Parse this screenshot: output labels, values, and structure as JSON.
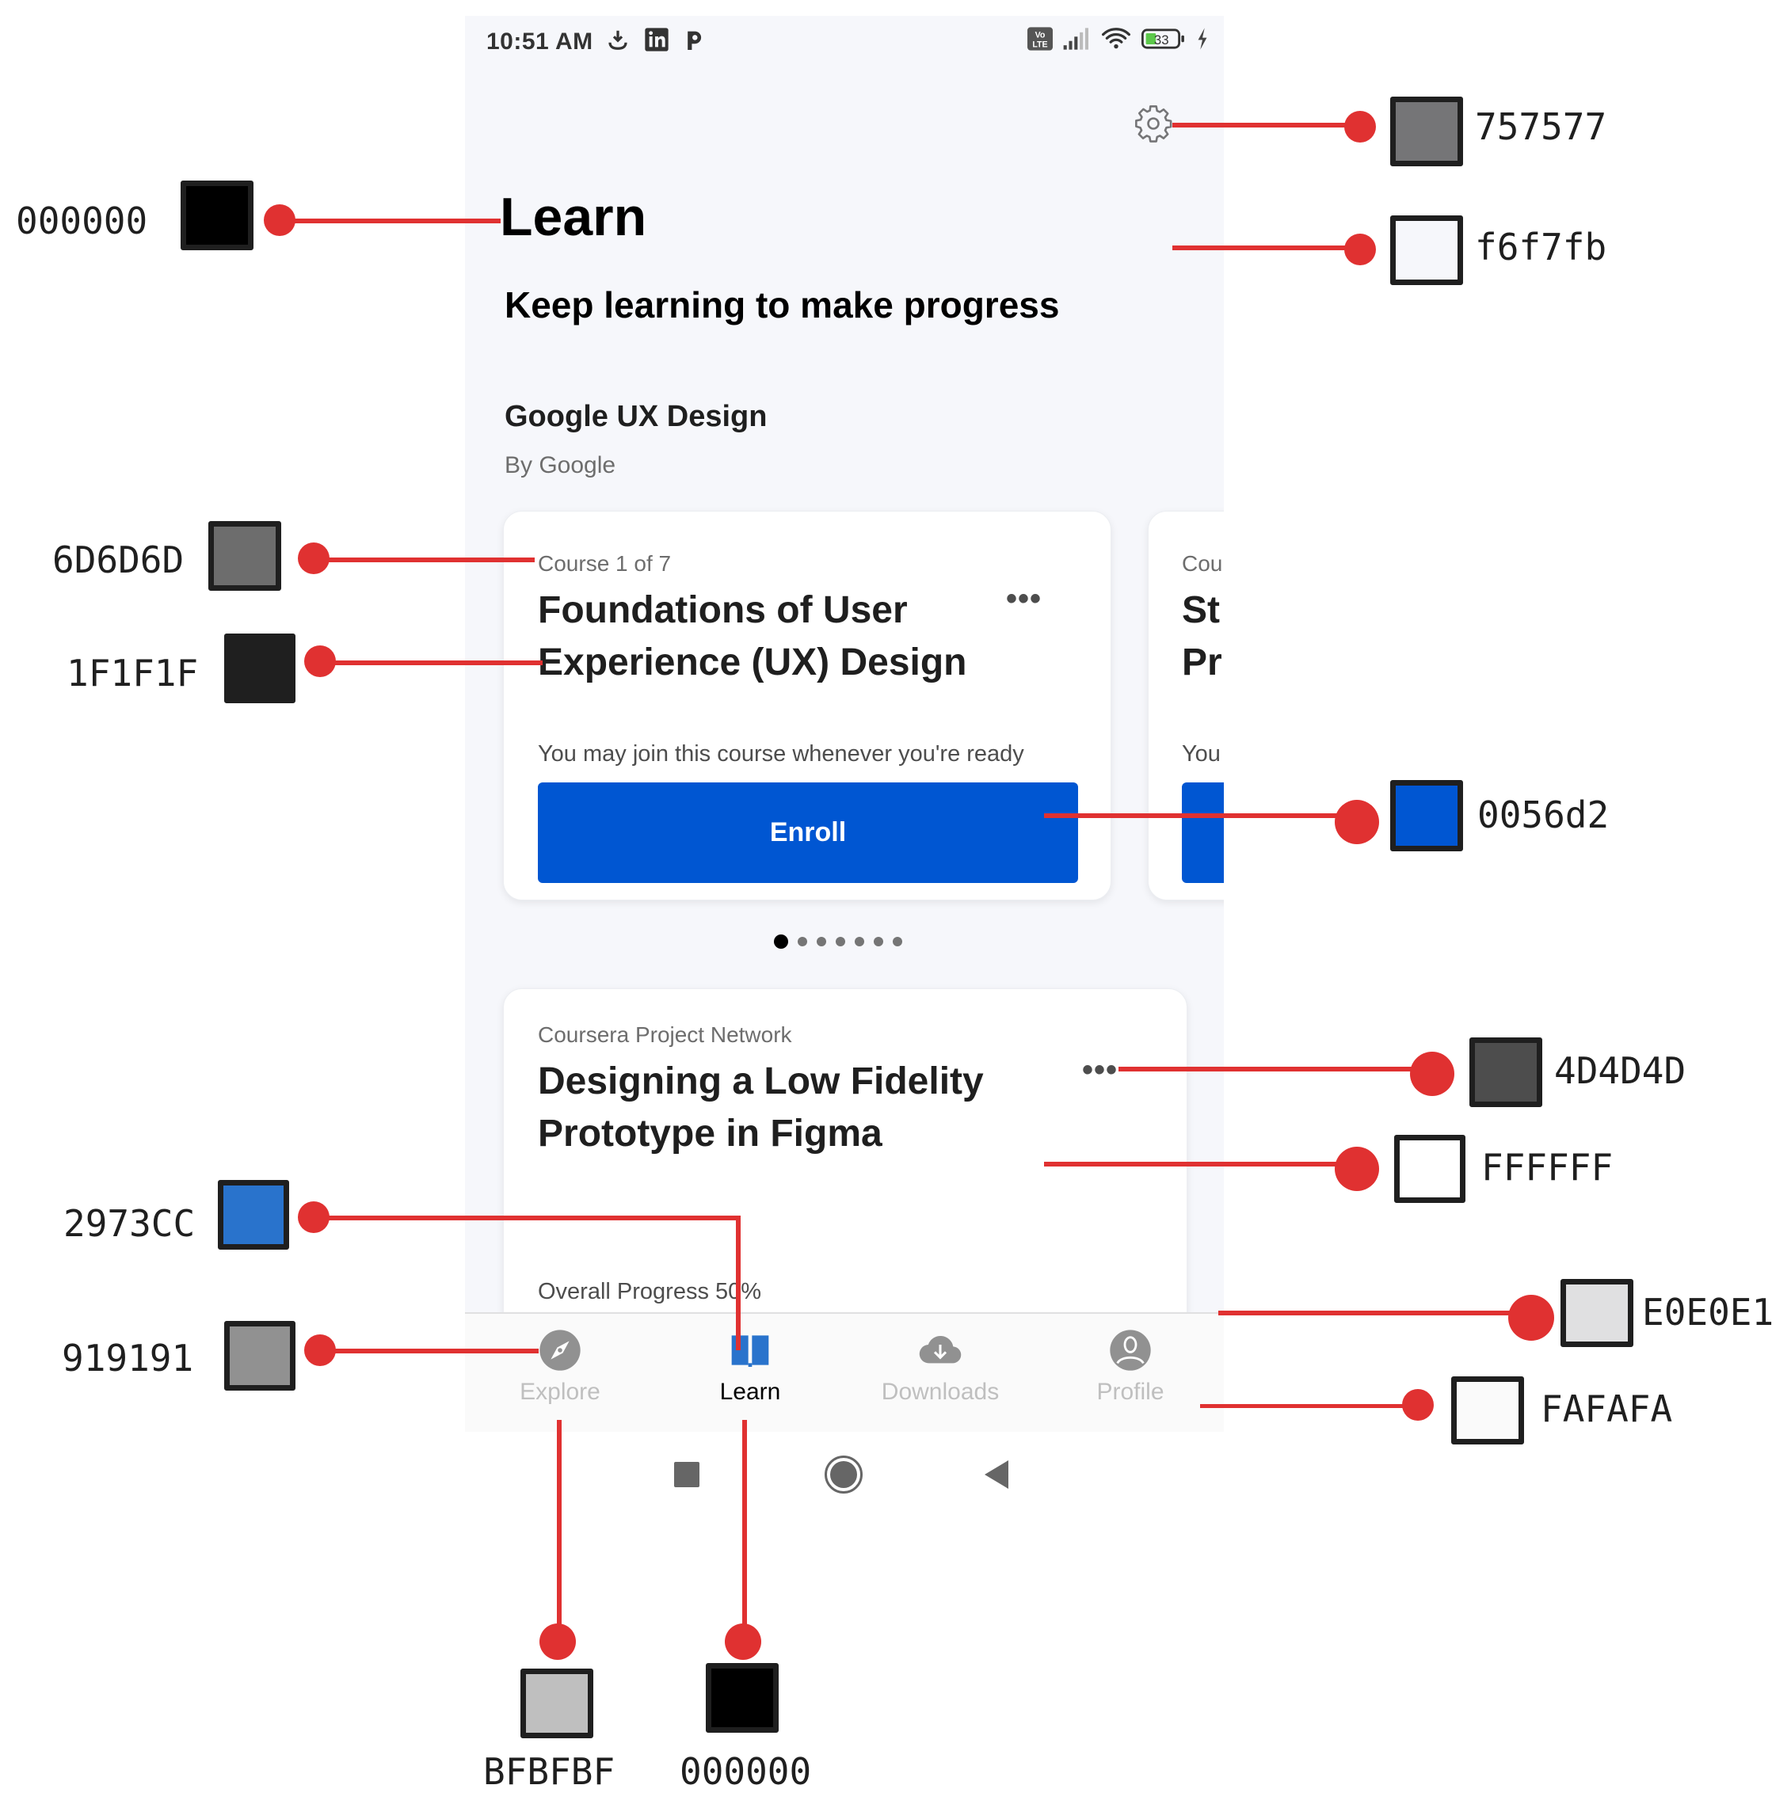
{
  "status_bar": {
    "time": "10:51 AM",
    "left_icons": [
      "download-icon",
      "linkedin-icon",
      "p-app-icon"
    ],
    "right_icons": [
      "volte-icon",
      "signal-icon",
      "wifi-icon",
      "battery-icon",
      "charging-icon"
    ],
    "battery_level": "33"
  },
  "header": {
    "settings_icon": "gear-icon",
    "title": "Learn",
    "subtitle": "Keep learning to make progress"
  },
  "program": {
    "title": "Google UX Design",
    "by": "By Google",
    "courses": [
      {
        "eyebrow": "Course 1 of 7",
        "title_line1": "Foundations of User",
        "title_line2": "Experience (UX) Design",
        "note": "You may join this course whenever you're ready",
        "button": "Enroll",
        "more": "•••"
      },
      {
        "eyebrow": "Cou",
        "title_line1": "St",
        "title_line2": "Pr",
        "note": "You",
        "button": ""
      }
    ],
    "pagination": {
      "total": 7,
      "active": 1
    }
  },
  "project": {
    "eyebrow": "Coursera Project Network",
    "title_line1": "Designing a Low Fidelity",
    "title_line2": "Prototype in Figma",
    "progress": "Overall Progress 50%",
    "more": "•••"
  },
  "bottom_nav": {
    "items": [
      {
        "label": "Explore",
        "icon": "compass-icon",
        "active": false
      },
      {
        "label": "Learn",
        "icon": "book-icon",
        "active": true
      },
      {
        "label": "Downloads",
        "icon": "cloud-download-icon",
        "active": false
      },
      {
        "label": "Profile",
        "icon": "profile-icon",
        "active": false
      }
    ]
  },
  "system_nav": [
    "recents-button",
    "home-button",
    "back-button"
  ],
  "annotations": {
    "colors": [
      {
        "hex": "757577",
        "color": "#757577",
        "target": "settings gear icon"
      },
      {
        "hex": "f6f7fb",
        "color": "#f6f7fb",
        "target": "page background"
      },
      {
        "hex": "000000",
        "color": "#000000",
        "target": "Learn title"
      },
      {
        "hex": "6D6D6D",
        "color": "#6D6D6D",
        "target": "course eyebrow text"
      },
      {
        "hex": "1F1F1F",
        "color": "#1F1F1F",
        "target": "course title text"
      },
      {
        "hex": "0056d2",
        "color": "#0056d2",
        "target": "Enroll button"
      },
      {
        "hex": "4D4D4D",
        "color": "#4D4D4D",
        "target": "more menu dots"
      },
      {
        "hex": "FFFFFF",
        "color": "#FFFFFF",
        "target": "card background"
      },
      {
        "hex": "2973CC",
        "color": "#2973CC",
        "target": "active nav icon"
      },
      {
        "hex": "919191",
        "color": "#919191",
        "target": "inactive nav icon"
      },
      {
        "hex": "E0E0E1",
        "color": "#E0E0E1",
        "target": "nav bar border"
      },
      {
        "hex": "FAFAFA",
        "color": "#FAFAFA",
        "target": "nav bar background"
      },
      {
        "hex": "BFBFBF",
        "color": "#BFBFBF",
        "target": "inactive nav label"
      },
      {
        "hex": "000000",
        "color": "#000000",
        "target": "active nav label"
      }
    ]
  }
}
